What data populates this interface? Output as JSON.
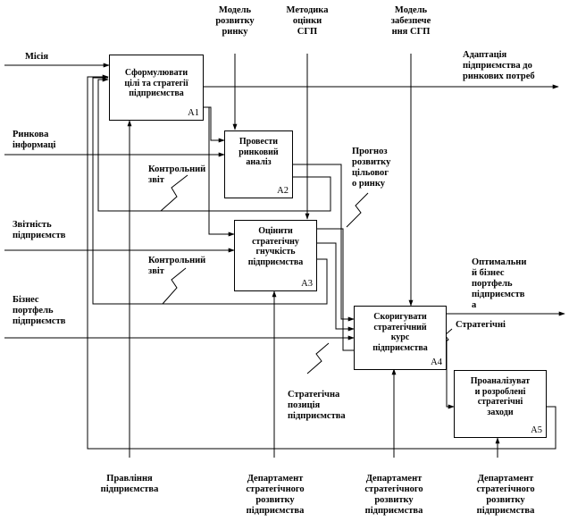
{
  "diagram": {
    "boxes": [
      {
        "id": "A1",
        "title": "Сформулювати\nцілі та стратегії\nпідприємства",
        "number": "A1"
      },
      {
        "id": "A2",
        "title": "Провести\nринковий\nаналіз",
        "number": "A2"
      },
      {
        "id": "A3",
        "title": "Оцінити\nстратегічну\nгнучкість\nпідприємства",
        "number": "A3"
      },
      {
        "id": "A4",
        "title": "Скоригувати\nстратегічний\nкурс\nпідприємства",
        "number": "A4"
      },
      {
        "id": "A5",
        "title": "Проаналізуват\nи розроблені\nстратегічні\nзаходи",
        "number": "A5"
      }
    ],
    "controls": {
      "model_market": "Модель\nрозвитку\nринку",
      "method_sgp": "Методика\nоцінки\nСГП",
      "model_support": "Модель\nзабезпече\nння СГП"
    },
    "inputs": {
      "mission": "Місія",
      "market_info": "Ринкова\nінформаці",
      "reporting": "Звітність\nпідприємств",
      "business_portfolio": "Бізнес\nпортфель\nпідприємств"
    },
    "outputs": {
      "adaptation": "Адаптація\nпідприємства до\nринкових потреб",
      "optimal_portfolio": "Оптимальни\nй бізнес\nпортфель\nпідприємств\nа"
    },
    "internal": {
      "control_report_1": "Контрольний\nзвіт",
      "control_report_2": "Контрольний\nзвіт",
      "forecast": "Прогноз\nрозвитку\nцільовог\nо ринку",
      "strategic_position": "Стратегічна\nпозиція\nпідприємства",
      "strategic_short": "Стратегічні"
    },
    "mechanisms": {
      "management": "Правління\nпідприємства",
      "dept_1": "Департамент\nстратегічного\nрозвитку\nпідприємства",
      "dept_2": "Департамент\nстратегічного\nрозвитку\nпідприємства",
      "dept_3": "Департамент\nстратегічного\nрозвитку\nпідприємства"
    }
  },
  "colors": {
    "line": "#000000",
    "feedback_line": "#555555",
    "background": "#ffffff"
  }
}
